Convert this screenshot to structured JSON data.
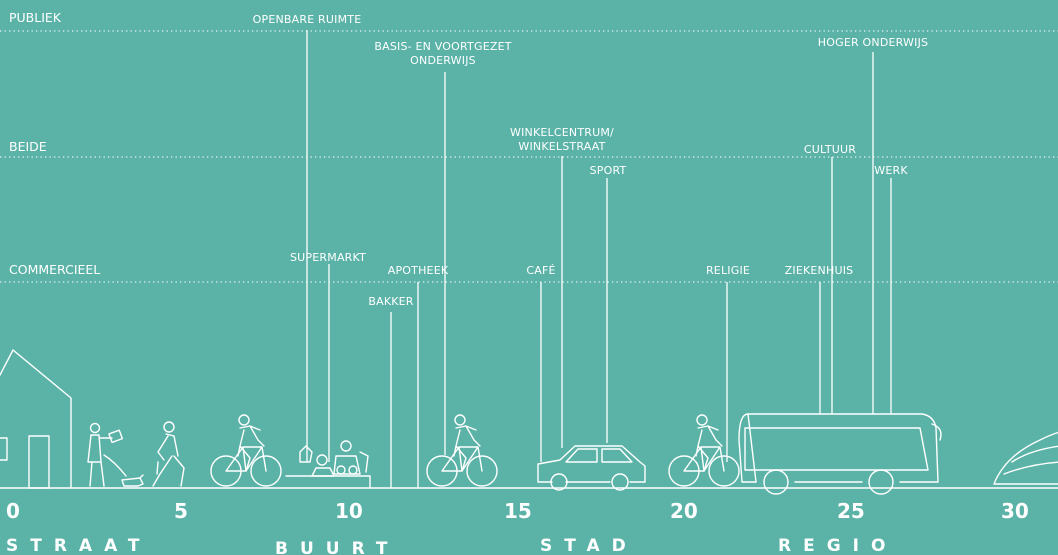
{
  "levels": {
    "public": "PUBLIEK",
    "both": "BEIDE",
    "commercial": "COMMERCIEEL"
  },
  "facilities": {
    "openbare_ruimte": "OPENBARE RUIMTE",
    "basis_line1": "BASIS- EN VOORTGEZET",
    "basis_line2": "ONDERWIJS",
    "hoger_onderwijs": "HOGER ONDERWIJS",
    "winkel_line1": "WINKELCENTRUM/",
    "winkel_line2": "WINKELSTRAAT",
    "sport": "SPORT",
    "cultuur": "CULTUUR",
    "werk": "WERK",
    "supermarkt": "SUPERMARKT",
    "apotheek": "APOTHEEK",
    "bakker": "BAKKER",
    "cafe": "CAFÉ",
    "religie": "RELIGIE",
    "ziekenhuis": "ZIEKENHUIS"
  },
  "scale": {
    "ticks": [
      "0",
      "5",
      "10",
      "15",
      "20",
      "25",
      "30"
    ]
  },
  "zones": {
    "straat": "STRAAT",
    "buurt": "BUURT",
    "stad": "STAD",
    "regio": "REGIO"
  },
  "colors": {
    "background": "#5bb3a8",
    "foreground": "#ffffff"
  },
  "icons": [
    "house-icon",
    "dog-walker-icon",
    "pedestrian-icon",
    "cyclist-icon",
    "children-icon",
    "car-icon",
    "bus-icon",
    "train-icon"
  ]
}
